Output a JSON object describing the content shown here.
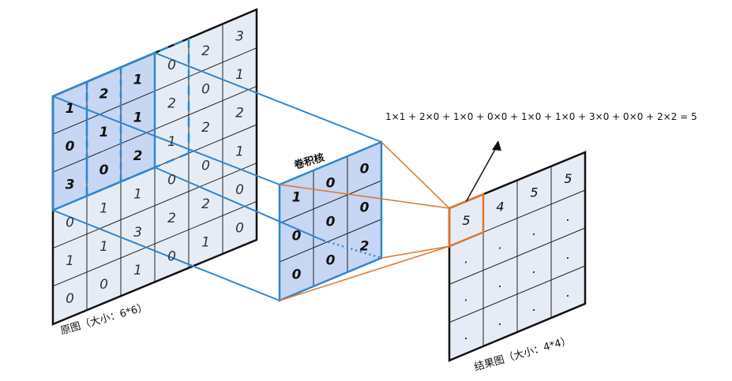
{
  "original": {
    "caption": "原图（大小：6*6）",
    "cells": [
      [
        "1",
        "2",
        "1",
        "0",
        "2",
        "3"
      ],
      [
        "0",
        "1",
        "1",
        "2",
        "0",
        "1"
      ],
      [
        "3",
        "0",
        "2",
        "1",
        "2",
        "2"
      ],
      [
        "0",
        "1",
        "1",
        "0",
        "0",
        "1"
      ],
      [
        "1",
        "1",
        "3",
        "2",
        "2",
        "0"
      ],
      [
        "0",
        "0",
        "1",
        "0",
        "1",
        "0"
      ]
    ]
  },
  "kernel": {
    "title": "卷积核",
    "cells": [
      [
        "1",
        "0",
        "0"
      ],
      [
        "0",
        "0",
        "0"
      ],
      [
        "0",
        "0",
        "2"
      ]
    ]
  },
  "result": {
    "caption": "结果图（大小：4*4）",
    "cells": [
      [
        "5",
        "4",
        "5",
        "5"
      ],
      [
        ".",
        ".",
        ".",
        "."
      ],
      [
        ".",
        ".",
        ".",
        "."
      ],
      [
        ".",
        ".",
        ".",
        "."
      ]
    ]
  },
  "formula": "1×1 + 2×0 + 1×0 + 0×0 + 1×0 + 1×0 + 3×0 + 0×0 + 2×2 = 5",
  "colors": {
    "grid_fill": "#e6ecf6",
    "highlight_fill": "#c6d6f3",
    "blue": "#2f86cf",
    "orange": "#e3742a",
    "outline": "#111111",
    "digit": "#333333"
  }
}
